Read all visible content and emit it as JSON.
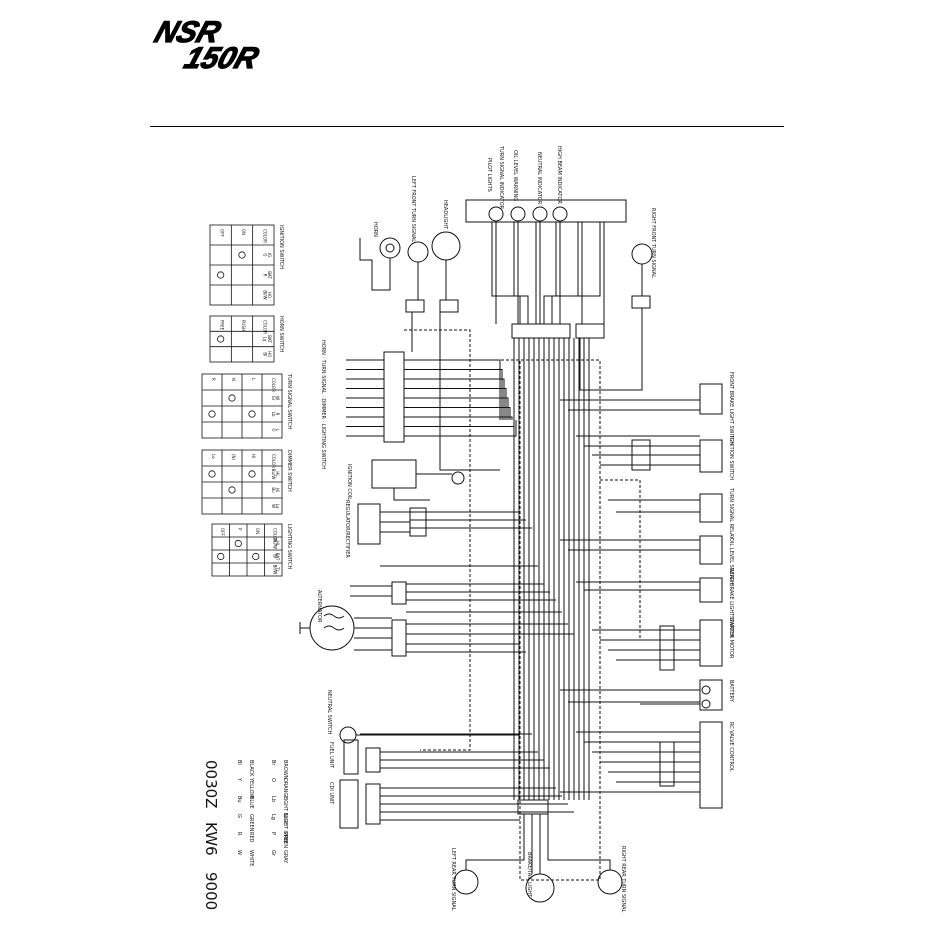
{
  "header": {
    "logo_line1": "NSR",
    "logo_line2": "150R"
  },
  "doc_code": {
    "a": "0030Z",
    "b": "KW6",
    "c": "9000"
  },
  "switch_tables": [
    {
      "name": "IGNITION SWITCH",
      "cols": [
        "IG",
        "BAT",
        "HO"
      ],
      "rows": [
        "OFF",
        "ON",
        "COLOR"
      ],
      "colors": [
        "G",
        "R",
        "BI/W"
      ]
    },
    {
      "name": "HORN SWITCH",
      "cols": [
        "BAT",
        "HO"
      ],
      "rows": [
        "FREE",
        "PUSH",
        "COLOR"
      ],
      "colors": [
        "Lg",
        "Bl"
      ]
    },
    {
      "name": "TURN SIGNAL SWITCH",
      "cols": [
        "W",
        "R",
        "L"
      ],
      "rows": [
        "R",
        "N",
        "L",
        "COLOR"
      ],
      "colors": [
        "Gr",
        "Lb",
        "O"
      ]
    },
    {
      "name": "DIMMER SWITCH",
      "cols": [
        "HL",
        "Hi",
        "Lo"
      ],
      "rows": [
        "Lo",
        "(N)",
        "Hi",
        "COLOR"
      ],
      "colors": [
        "Bu/W",
        "Bu",
        "W"
      ]
    },
    {
      "name": "LIGHTING SWITCH",
      "cols": [
        "HL",
        "BAT",
        "TL"
      ],
      "rows": [
        "OFF",
        "P",
        "ON",
        "COLOR"
      ],
      "colors": [
        "Bu/W",
        "Br",
        "Br/W"
      ]
    }
  ],
  "component_labels": {
    "pilot_lights": "PILOT LIGHTS",
    "turn_indicator": "TURN SIGNAL INDICATOR",
    "neutral_indicator": "NEUTRAL INDICATOR",
    "high_beam_indicator": "HIGH BEAM INDICATOR",
    "oil_level_warning": "OIL LEVEL WARNING",
    "horn": "HORN",
    "headlight": "HEADLIGHT",
    "left_front_turn": "LEFT FRONT TURN SIGNAL",
    "right_front_turn": "RIGHT FRONT TURN SIGNAL",
    "front_brake_switch": "FRONT BRAKE LIGHT SWITCH",
    "ignition_switch": "IGNITION SWITCH",
    "turn_signal_relay": "TURN SIGNAL RELAY",
    "oil_level_switch": "OIL LEVEL SWITCH",
    "rear_brake_switch": "REAR BRAKE LIGHT SWITCH",
    "starter_motor": "STARTER MOTOR",
    "battery": "BATTERY",
    "rc_valve": "RC VALVE CONTROL",
    "regulator_rectifier": "REGULATOR/RECTIFIER",
    "alternator": "ALTERNATOR",
    "neutral_switch": "NEUTRAL SWITCH",
    "fuel_unit": "FUEL UNIT",
    "cdi_unit": "CDI UNIT",
    "ignition_coil": "IGNITION COIL",
    "left_rear_turn": "LEFT REAR TURN SIGNAL",
    "brake_tail_light": "BRAKE/TAIL LIGHT",
    "right_rear_turn": "RIGHT REAR TURN SIGNAL",
    "handlebar_switches": "HORN · TURN SIGNAL · DIMMER · LIGHTING SWITCH"
  },
  "color_key": [
    {
      "code": "Bl",
      "name": "BLACK"
    },
    {
      "code": "Y",
      "name": "YELLOW"
    },
    {
      "code": "Bu",
      "name": "BLUE"
    },
    {
      "code": "G",
      "name": "GREEN"
    },
    {
      "code": "R",
      "name": "RED"
    },
    {
      "code": "W",
      "name": "WHITE"
    },
    {
      "code": "Br",
      "name": "BROWN"
    },
    {
      "code": "O",
      "name": "ORANGE"
    },
    {
      "code": "Lb",
      "name": "LIGHT BLUE"
    },
    {
      "code": "Lg",
      "name": "LIGHT GREEN"
    },
    {
      "code": "P",
      "name": "PINK"
    },
    {
      "code": "Gr",
      "name": "GRAY"
    }
  ]
}
